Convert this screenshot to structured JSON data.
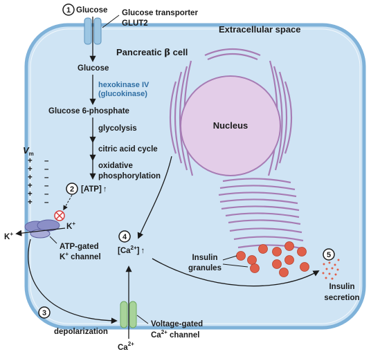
{
  "labels": {
    "glucose_top": "Glucose",
    "transporter_line1": "Glucose transporter",
    "transporter_line2": "GLUT2",
    "extracellular": "Extracellular space",
    "cell_title_prefix": "Pancreatic ",
    "cell_title_beta": "β",
    "cell_title_suffix": " cell",
    "glucose_inside": "Glucose",
    "enzyme_line1": "hexokinase IV",
    "enzyme_line2": "(glucokinase)",
    "g6p": "Glucose 6-phosphate",
    "glycolysis": "glycolysis",
    "tca": "citric acid cycle",
    "oxidative": "oxidative",
    "phosphorylation": "phosphorylation",
    "atp": "[ATP]",
    "up_arrow": "↑",
    "nucleus": "Nucleus",
    "vm": "V",
    "vm_sub": "m",
    "k_inside": "K",
    "k_outside": "K",
    "plus_sup": "+",
    "k_channel_line1": "ATP-gated",
    "k_channel_line2": "K",
    "k_channel_line2_suffix": " channel",
    "ca_open": "[Ca",
    "ca_close": "]",
    "ca_sup": "2+",
    "insulin_granules_line1": "Insulin",
    "insulin_granules_line2": "granules",
    "insulin_secretion_line1": "Insulin",
    "insulin_secretion_line2": "secretion",
    "depolarization": "depolarization",
    "ca_channel_line1": "Voltage-gated",
    "ca_channel_line2": "Ca",
    "ca_channel_line2_suffix": " channel",
    "ca_outside": "Ca"
  },
  "steps": [
    "1",
    "2",
    "3",
    "4",
    "5"
  ],
  "membrane_signs": {
    "plus": [
      "+",
      "+",
      "+",
      "+",
      "+",
      "+"
    ],
    "minus": [
      "–",
      "–",
      "–",
      "–",
      "–",
      "–"
    ]
  },
  "colors": {
    "cell_fill": "#cfe4f4",
    "membrane": "#7fb2d9",
    "nucleus_fill": "#e3cde8",
    "nucleus_stroke": "#a77cb4",
    "er": "#a77cb4",
    "granule": "#e0604a",
    "k_channel": "#8b8fc7",
    "ca_channel": "#a8d39a",
    "transporter": "#9cc6e3",
    "enzyme_text": "#2f6ea3",
    "inhibit": "#d63a3a"
  }
}
